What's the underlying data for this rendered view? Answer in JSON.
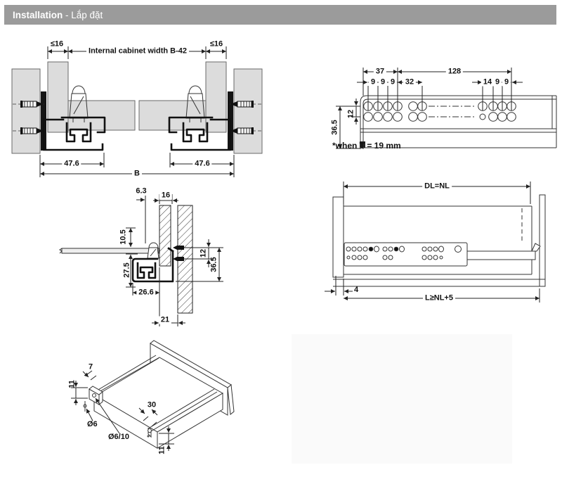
{
  "header": {
    "title": "Installation",
    "subtitle": " - Lắp đặt"
  },
  "colors": {
    "header_bar": "#9b9b9b",
    "panel_fill": "#dcdcdc",
    "line": "#222222"
  },
  "diagrams": {
    "front_cross_section": {
      "dims": {
        "gap_left": "≤16",
        "internal_width": "Internal cabinet width  B-42",
        "gap_right": "≤16",
        "runner_left": "47.6",
        "overall_width": "B",
        "runner_right": "47.6"
      }
    },
    "drilling_pattern": {
      "dims": {
        "d37": "37",
        "d128": "128",
        "d9": "9",
        "d32": "32",
        "d14": "14",
        "d12": "12",
        "d36_5": "36.5"
      },
      "note": "*when T = 19 mm"
    },
    "side_cross_section": {
      "dims": {
        "d6_3": "6.3",
        "d16": "16",
        "d10_5": "10.5",
        "d27_5": "27.5",
        "d12": "12",
        "d36_5": "36.5",
        "d26_6": "26.6",
        "d21": "21"
      }
    },
    "runner_side_view": {
      "dims": {
        "drawer_length": "DL=NL",
        "front_gap": "4",
        "runner_length": "L≥NL+5"
      }
    },
    "drawer_bottom_iso": {
      "dims": {
        "d7": "7",
        "d11_side": "11",
        "dia6": "Ø6",
        "dia6_10": "Ø6/10",
        "d30": "30",
        "d11_front": "11"
      }
    }
  }
}
